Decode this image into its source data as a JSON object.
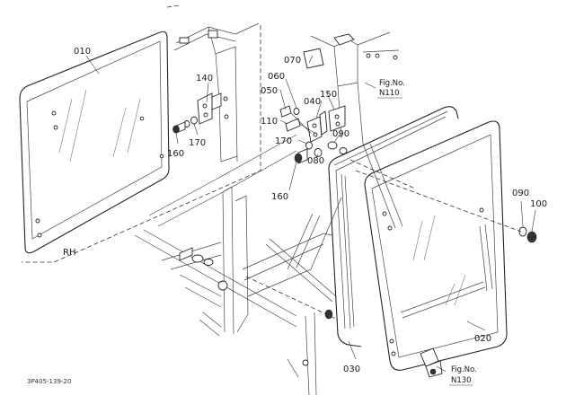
{
  "diagram": {
    "region_label": "RH",
    "drawing_code": "3P405-139-20",
    "fig_refs": [
      {
        "title": "Fig.No.",
        "number": "N110"
      },
      {
        "title": "Fig.No.",
        "number": "N130"
      }
    ],
    "part_labels": {
      "p010": "010",
      "p140": "140",
      "p170a": "170",
      "p160a": "160",
      "p070": "070",
      "p060": "060",
      "p050": "050",
      "p040": "040",
      "p150": "150",
      "p110": "110",
      "p170b": "170",
      "p080": "080",
      "p090a": "090",
      "p160b": "160",
      "p090b": "090",
      "p100": "100",
      "p020": "020",
      "p030": "030"
    }
  }
}
